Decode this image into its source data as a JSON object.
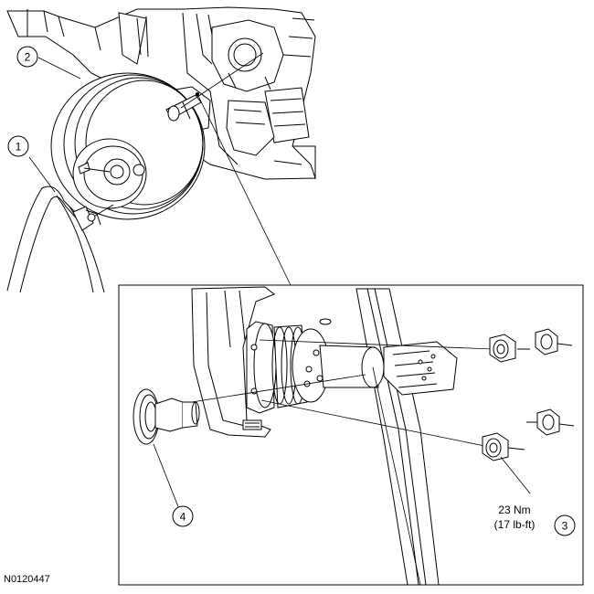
{
  "diagram": {
    "figure_id": "N0120447",
    "callouts": [
      {
        "id": "1",
        "label": "1"
      },
      {
        "id": "2",
        "label": "2"
      },
      {
        "id": "3",
        "label": "3"
      },
      {
        "id": "4",
        "label": "4"
      }
    ],
    "torque": {
      "metric": "23 Nm",
      "imperial": "(17 lb-ft)"
    }
  }
}
